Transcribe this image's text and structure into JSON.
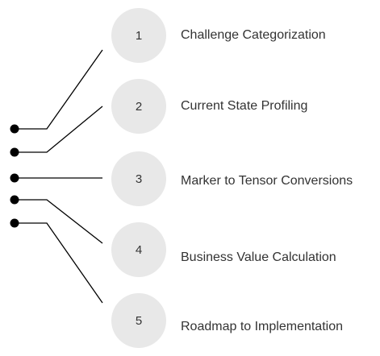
{
  "steps": [
    {
      "number": "1",
      "label": "Challenge Categorization"
    },
    {
      "number": "2",
      "label": "Current State Profiling"
    },
    {
      "number": "3",
      "label": "Marker to Tensor Conversions"
    },
    {
      "number": "4",
      "label": "Business Value Calculation"
    },
    {
      "number": "5",
      "label": "Roadmap to Implementation"
    }
  ],
  "colors": {
    "circle_fill": "#e8e8e8",
    "text": "#333333",
    "connector": "#000000"
  }
}
